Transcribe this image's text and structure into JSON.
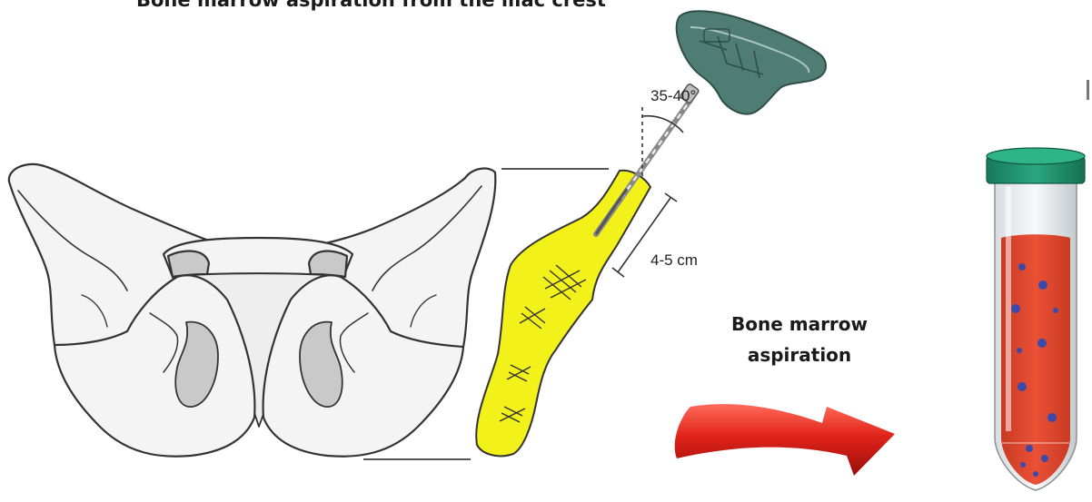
{
  "diagram": {
    "caption_top": "Bone marrow aspiration from the iliac crest",
    "angle_label": "35-40°",
    "depth_label": "4-5 cm",
    "process_label_line1": "Bone marrow",
    "process_label_line2": "aspiration",
    "colors": {
      "pelvis_outline": "#333333",
      "pelvis_fill": "#f4f4f4",
      "pelvis_shade": "#c9c9c9",
      "iliac_highlight": "#f2f21a",
      "needle_handle": "#4f7d73",
      "arrow_red": "#e0231a",
      "tube_cap": "#1f8f6d",
      "marrow_red": "#e2452c",
      "cell_dots": "#3b4aa8"
    },
    "icons": [
      "pelvis-icon",
      "needle-icon",
      "arrow-right-icon",
      "test-tube-icon"
    ]
  }
}
